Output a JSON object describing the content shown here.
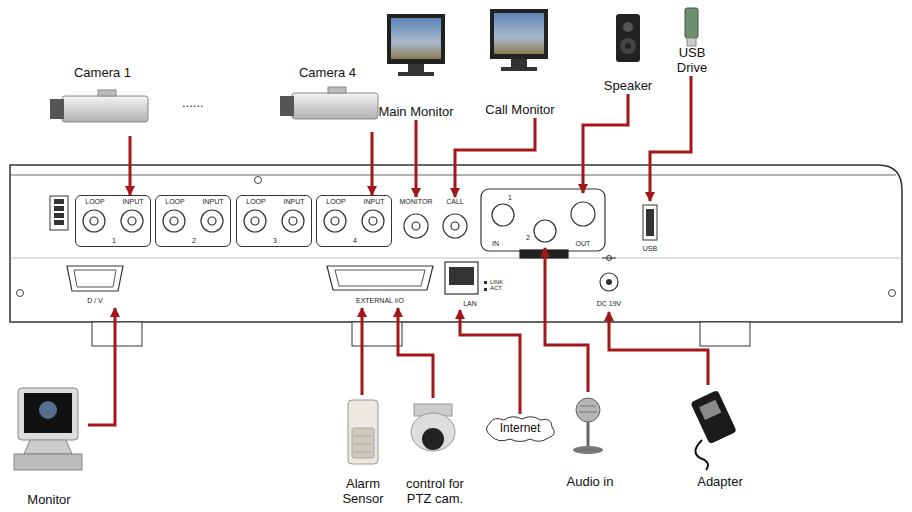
{
  "diagram": {
    "nodes": [
      {
        "text": [
          "Camera 1"
        ]
      },
      {
        "text": [
          "Camera 4"
        ]
      },
      {
        "text": [
          "Main Monitor"
        ]
      },
      {
        "text": [
          "Call Monitor"
        ]
      },
      {
        "text": [
          "Speaker"
        ]
      },
      {
        "text": [
          "USB Drive"
        ]
      },
      {
        "text": [
          "LOOP",
          "INPUT",
          "1"
        ]
      },
      {
        "text": [
          "LOOP",
          "INPUT",
          "2"
        ]
      },
      {
        "text": [
          "LOOP",
          "INPUT",
          "3"
        ]
      },
      {
        "text": [
          "LOOP",
          "INPUT",
          "4"
        ]
      },
      {
        "text": [
          "MONITOR"
        ]
      },
      {
        "text": [
          "CALL"
        ]
      },
      {
        "text": [
          "1",
          "IN"
        ]
      },
      {
        "text": [
          "2"
        ]
      },
      {
        "text": [
          "OUT"
        ]
      },
      {
        "text": [
          "USB"
        ]
      },
      {
        "text": [
          "D / V"
        ]
      },
      {
        "text": [
          "EXTERNAL I/O"
        ]
      },
      {
        "text": [
          "LAN"
        ]
      },
      {
        "text": [
          "DC 19V"
        ]
      },
      {
        "text": [
          "Monitor"
        ]
      },
      {
        "text": [
          "Alarm Sensor"
        ]
      },
      {
        "text": [
          "control for PTZ cam."
        ]
      },
      {
        "text": [
          "Internet"
        ]
      },
      {
        "text": [
          "Audio in"
        ]
      },
      {
        "text": [
          "Adapter"
        ]
      }
    ],
    "edges": [
      {
        "from": 0,
        "to": 6,
        "arrow": "to"
      },
      {
        "from": 1,
        "to": 9,
        "arrow": "to"
      },
      {
        "from": 2,
        "to": 10,
        "arrow": "to"
      },
      {
        "from": 3,
        "to": 11,
        "arrow": "to"
      },
      {
        "from": 4,
        "to": 14,
        "arrow": "to"
      },
      {
        "from": 5,
        "to": 15,
        "arrow": "to"
      },
      {
        "from": 20,
        "to": 16,
        "arrow": "to"
      },
      {
        "from": 21,
        "to": 17,
        "arrow": "to"
      },
      {
        "from": 22,
        "to": 17,
        "arrow": "to"
      },
      {
        "from": 23,
        "to": 18,
        "arrow": "to"
      },
      {
        "from": 24,
        "to": 13,
        "arrow": "to"
      },
      {
        "from": 25,
        "to": 19,
        "arrow": "to"
      }
    ],
    "labels": [
      "......",
      "LINK ACT."
    ]
  }
}
